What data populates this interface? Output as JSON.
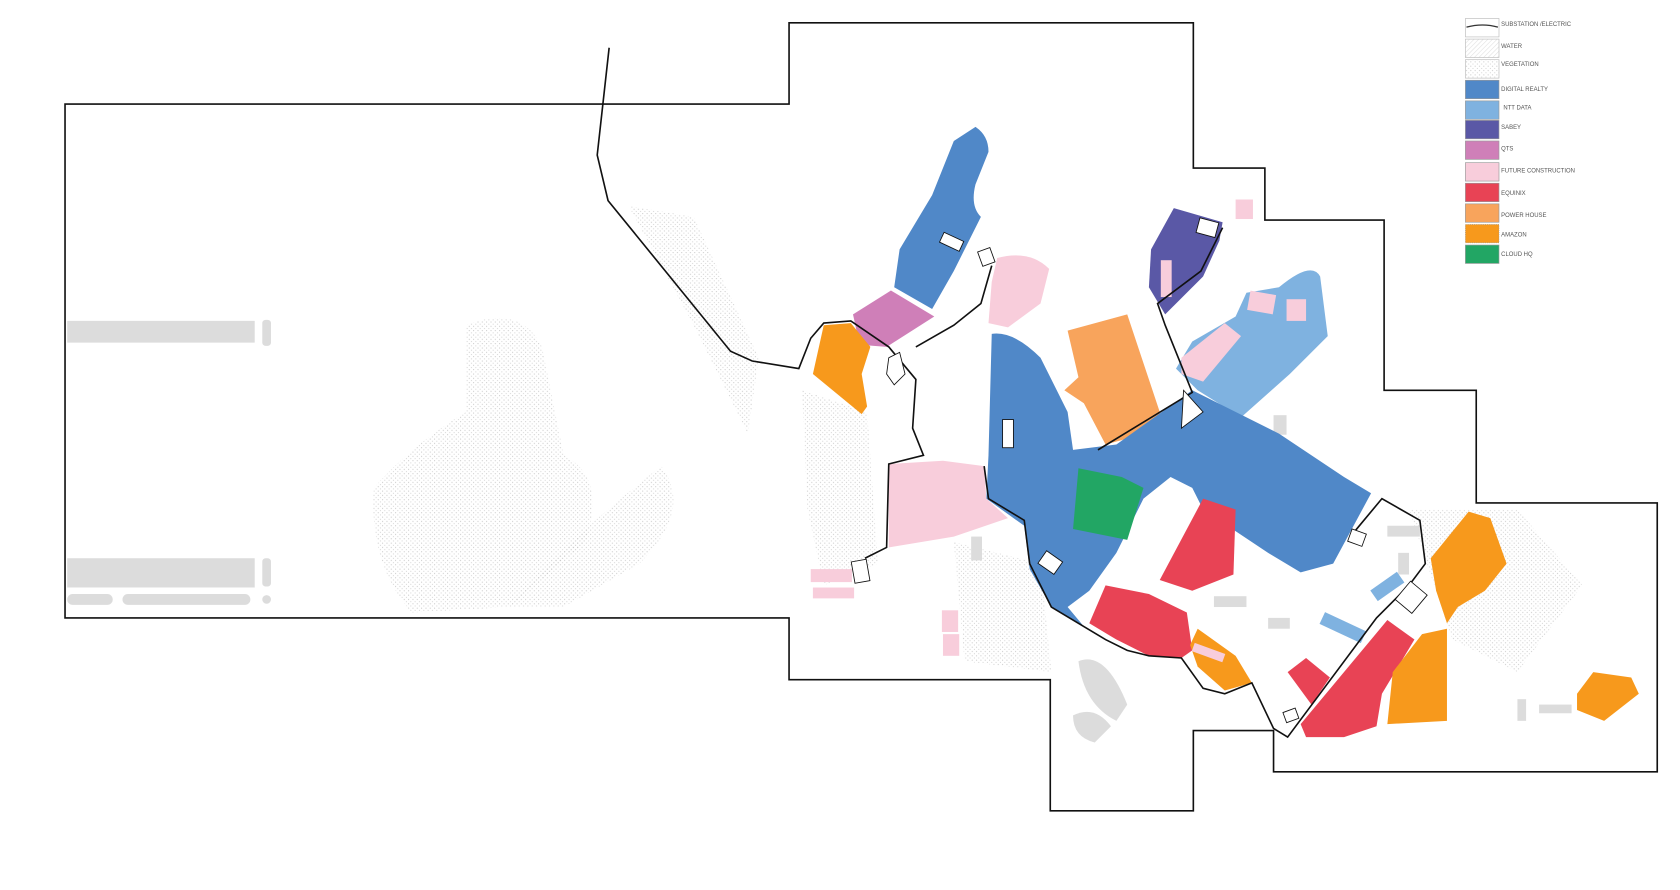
{
  "legend": {
    "items": [
      {
        "label": "SUBSTATION /ELECTRIC",
        "color": "#ffffff",
        "pattern": "line"
      },
      {
        "label": "WATER",
        "color": "#f4f4f4",
        "pattern": "hatch"
      },
      {
        "label": "VEGETATION",
        "color": "#ffffff",
        "pattern": "dots"
      },
      {
        "label": "DIGITAL REALTY",
        "color": "#5088c8"
      },
      {
        "label": "NTT DATA",
        "color": "#7fb2e0"
      },
      {
        "label": "SABEY",
        "color": "#5a58a6"
      },
      {
        "label": "QTS",
        "color": "#cf7fb8"
      },
      {
        "label": "FUTURE CONSTRUCTION",
        "color": "#f8cddb"
      },
      {
        "label": "EQUINIX",
        "color": "#e84355"
      },
      {
        "label": "POWER HOUSE",
        "color": "#f8a45c"
      },
      {
        "label": "AMAZON",
        "color": "#f7991c"
      },
      {
        "label": "CLOUD HQ",
        "color": "#22a664"
      }
    ]
  },
  "colors": {
    "boundary": "#111111",
    "building": "#dcdcdc",
    "vegetation": "#cccccc"
  }
}
